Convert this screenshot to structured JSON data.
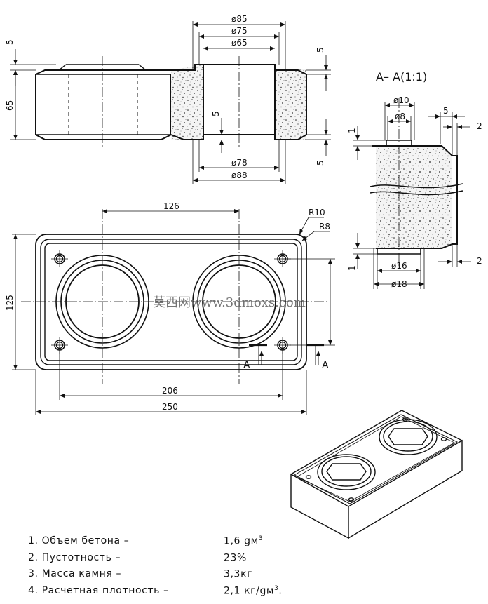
{
  "top_view": {
    "d85": "ø85",
    "d75": "ø75",
    "d65": "ø65",
    "d78": "ø78",
    "d88": "ø88",
    "h5_top_left": "5",
    "h65": "65",
    "h5_top_right": "5",
    "h5_mid": "5",
    "h5_bottom_right": "5"
  },
  "section": {
    "title": "A– A(1:1)",
    "d10": "ø10",
    "d8": "ø8",
    "w5": "5",
    "w2_top": "2",
    "h1_top": "1",
    "h1_bottom": "1",
    "d16": "ø16",
    "d18": "ø18",
    "w2_bottom": "2"
  },
  "plan": {
    "w126": "126",
    "r10": "R10",
    "r8": "R8",
    "h125": "125",
    "w206": "206",
    "w250": "250",
    "cut_a_left": "A",
    "cut_a_right": "A"
  },
  "watermark": "莫西网www.3dmoxs.com",
  "notes": [
    {
      "label": "1. Объем бетона –",
      "value": "1,6 gм",
      "sup": "3",
      "tail": ""
    },
    {
      "label": "2. Пустотность –",
      "value": "23%",
      "sup": "",
      "tail": ""
    },
    {
      "label": "3. Масса камня –",
      "value": "3,3кг",
      "sup": "",
      "tail": ""
    },
    {
      "label": "4. Расчетная плотность –",
      "value": "2,1 кг/gм",
      "sup": "3",
      "tail": "."
    }
  ]
}
